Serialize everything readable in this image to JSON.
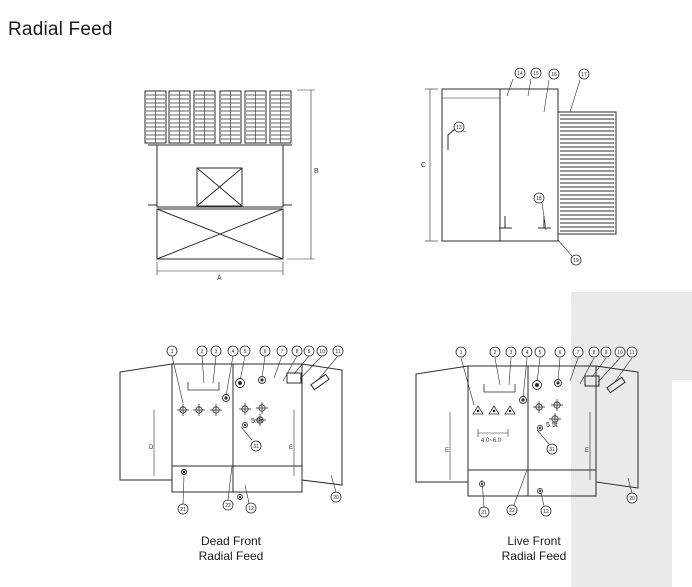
{
  "title": "Radial Feed",
  "dimension_labels": {
    "width": "A",
    "height": "B",
    "depth": "C"
  },
  "side_view_callouts": [
    "13",
    "14",
    "15",
    "16",
    "17",
    "18",
    "19"
  ],
  "dead_front": {
    "caption_line1": "Dead Front",
    "caption_line2": "Radial Feed",
    "top_callouts": [
      "1",
      "2",
      "3",
      "4",
      "5",
      "6",
      "7",
      "8",
      "9",
      "10",
      "11"
    ],
    "bottom_callouts": [
      "21",
      "22",
      "12"
    ],
    "side_callouts": [
      "31",
      "20"
    ],
    "tap_label": "5.2t",
    "dim_left": "D",
    "dim_right": "E"
  },
  "live_front": {
    "caption_line1": "Live Front",
    "caption_line2": "Radial Feed",
    "top_callouts": [
      "1",
      "2",
      "3",
      "4",
      "5",
      "6",
      "7",
      "8",
      "9",
      "10",
      "11"
    ],
    "bottom_callouts": [
      "21",
      "22",
      "12"
    ],
    "side_callouts": [
      "31",
      "20"
    ],
    "dimension_text": "4.0~6.0",
    "tap_label": "5.5t",
    "dim_left": "E",
    "dim_right": "E"
  },
  "colors": {
    "line": "#2b2b2b",
    "background": "#ffffff",
    "panel": "#ebe9e9"
  }
}
